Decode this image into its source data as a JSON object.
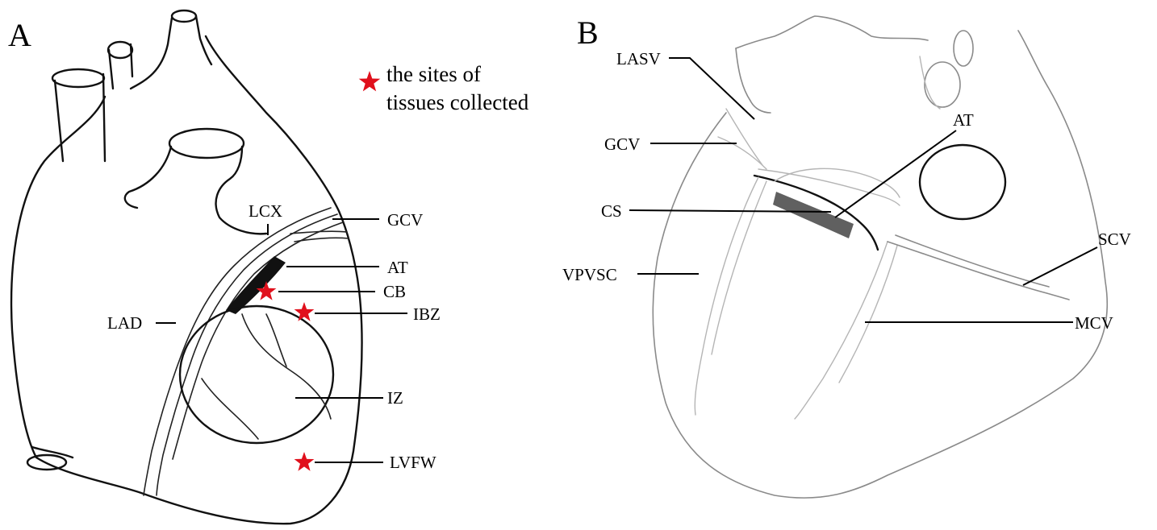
{
  "panels": [
    {
      "letter": "A",
      "legend": {
        "line1": "the sites of",
        "line2": "tissues collected",
        "symbol_color": "#e0101c"
      },
      "labels": {
        "lcx": "LCX",
        "gcv": "GCV",
        "at": "AT",
        "cb": "CB",
        "ibz": "IBZ",
        "lad": "LAD",
        "iz": "IZ",
        "lvfw": "LVFW"
      },
      "collection_sites": [
        "CB",
        "IBZ",
        "LVFW"
      ]
    },
    {
      "letter": "B",
      "labels": {
        "lasv": "LASV",
        "gcv": "GCV",
        "at": "AT",
        "cs": "CS",
        "vpvsc": "VPVSC",
        "scv": "SCV",
        "mcv": "MCV"
      }
    }
  ]
}
